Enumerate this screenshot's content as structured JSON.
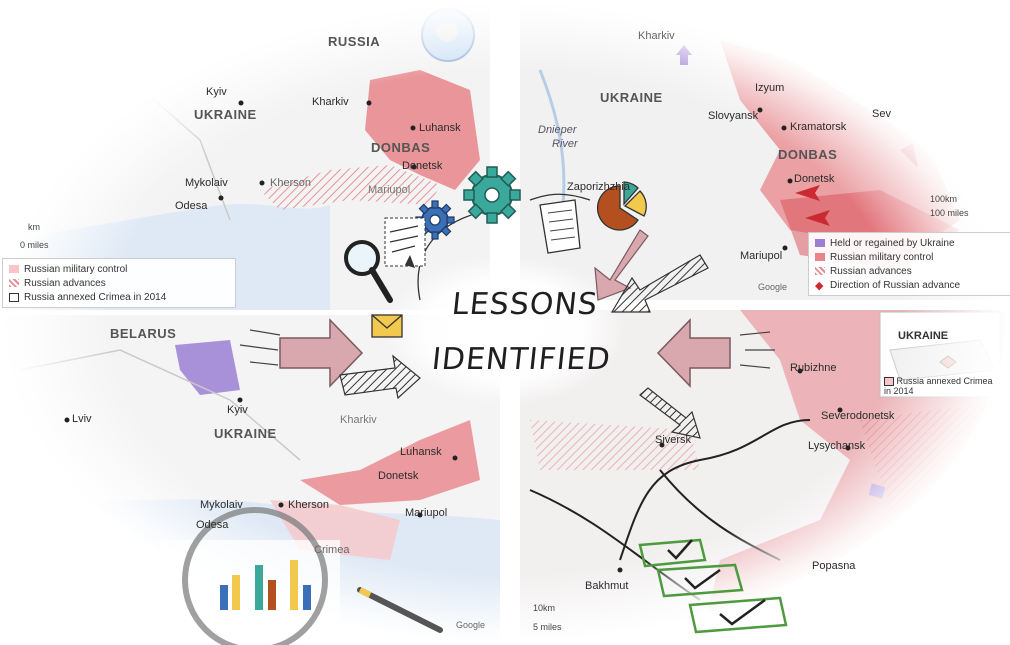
{
  "title": {
    "line1": "LESSONS",
    "line2": "IDENTIFIED"
  },
  "panel_tl": {
    "labels": {
      "russia": "RUSSIA",
      "ukraine": "UKRAINE",
      "kyiv": "Kyiv",
      "kharkiv": "Kharkiv",
      "luhansk": "Luhansk",
      "donbas": "DONBAS",
      "donetsk": "Donetsk",
      "mykolaiv": "Mykolaiv",
      "kherson": "Kherson",
      "odesa": "Odesa",
      "mariupol": "Mariupol",
      "scale_km": "km",
      "scale_miles": "0 miles"
    },
    "legend": [
      "Russian military control",
      "Russian advances",
      "Russia annexed Crimea in 2014"
    ]
  },
  "panel_tr": {
    "labels": {
      "kharkiv": "Kharkiv",
      "ukraine": "UKRAINE",
      "izyum": "Izyum",
      "slovyansk": "Slovyansk",
      "kramatorsk": "Kramatorsk",
      "donbas": "DONBAS",
      "donetsk": "Donetsk",
      "dnieper": "Dnieper",
      "river": "River",
      "zaporizhzhia": "Zaporizhzhia",
      "mariupol": "Mariupol",
      "scale_km": "100km",
      "scale_miles": "100 miles",
      "google": "Google",
      "sev": "Sev"
    },
    "legend": [
      "Held or regained by Ukraine",
      "Russian military control",
      "Russian advances",
      "Direction of Russian advance"
    ]
  },
  "panel_bl": {
    "labels": {
      "belarus": "BELARUS",
      "lviv": "Lviv",
      "kyiv": "Kyiv",
      "kharkiv": "Kharkiv",
      "ukraine": "UKRAINE",
      "luhansk": "Luhansk",
      "donetsk": "Donetsk",
      "mykolaiv": "Mykolaiv",
      "kherson": "Kherson",
      "odesa": "Odesa",
      "mariupol": "Mariupol",
      "crimea": "Crimea",
      "google": "Google"
    }
  },
  "panel_br": {
    "labels": {
      "rubizhne": "Rubizhne",
      "severodonetsk": "Severodonetsk",
      "lysychansk": "Lysychansk",
      "siversk": "Siversk",
      "bakhmut": "Bakhmut",
      "popasna": "Popasna",
      "scale_km": "10km",
      "scale_miles": "5 miles"
    },
    "inset": {
      "ukraine": "UKRAINE",
      "legend": "Russia annexed Crimea in 2014"
    }
  },
  "colors": {
    "russian_control": "#e8848a",
    "russian_control_light": "#f6c6c8",
    "held_by_ukraine": "#9b7fd4",
    "arrow_pink": "#d9a7ae",
    "water": "#dfe9f5",
    "gear_teal": "#3aa89a",
    "gear_blue": "#3b6fb8",
    "envelope": "#f2c94c",
    "check_green": "#4d9a3f"
  }
}
